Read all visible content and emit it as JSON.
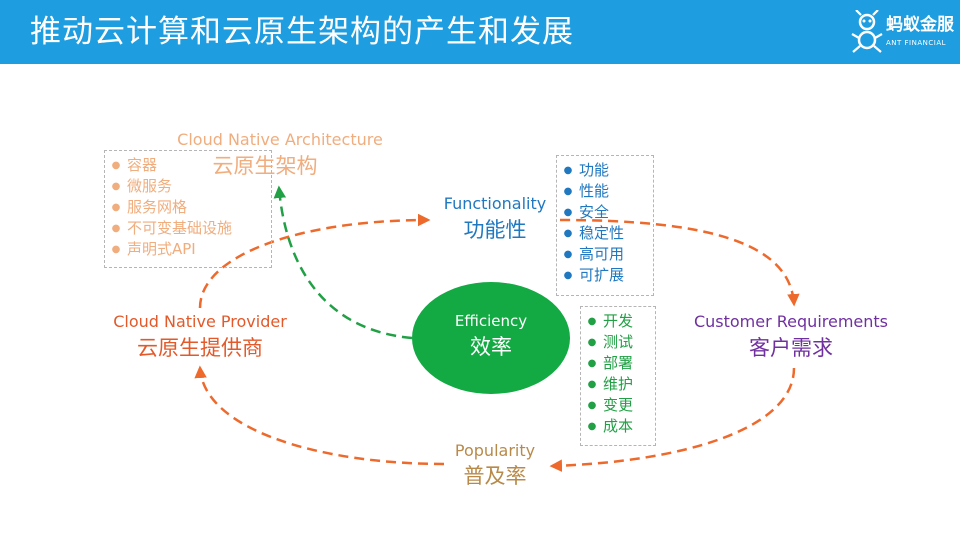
{
  "header": {
    "title": "推动云计算和云原生架构的产生和发展",
    "logo_text": "蚂蚁金服",
    "logo_sub": "ANT FINANCIAL",
    "logo_icon": "ant-icon"
  },
  "colors": {
    "header_bg": "#1e9ee0",
    "architecture": "#f0ad7e",
    "functionality": "#1f78c0",
    "customer": "#7030a0",
    "popularity": "#b88a4a",
    "provider": "#e3592a",
    "efficiency": "#13a943",
    "arrow_orange": "#ed6a2c",
    "arrow_green": "#21a045"
  },
  "nodes": {
    "architecture": {
      "en": "Cloud Native Architecture",
      "zh": "云原生架构"
    },
    "functionality": {
      "en": "Functionality",
      "zh": "功能性"
    },
    "customer": {
      "en": "Customer Requirements",
      "zh": "客户需求"
    },
    "popularity": {
      "en": "Popularity",
      "zh": "普及率"
    },
    "provider": {
      "en": "Cloud Native Provider",
      "zh": "云原生提供商"
    },
    "efficiency": {
      "en": "Efficiency",
      "zh": "效率"
    }
  },
  "lists": {
    "architecture": [
      "容器",
      "微服务",
      "服务网格",
      "不可变基础设施",
      "声明式API"
    ],
    "functionality": [
      "功能",
      "性能",
      "安全",
      "稳定性",
      "高可用",
      "可扩展"
    ],
    "efficiency": [
      "开发",
      "测试",
      "部署",
      "维护",
      "变更",
      "成本"
    ]
  }
}
